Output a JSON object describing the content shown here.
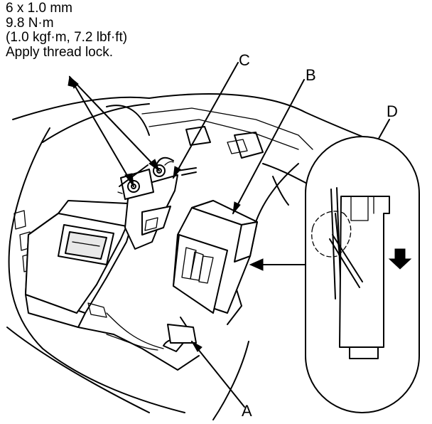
{
  "spec": {
    "line1": "6 x 1.0 mm",
    "line2": "9.8 N·m",
    "line3": "(1.0 kgf·m, 7.2 lbf·ft)",
    "line4": "Apply thread lock."
  },
  "callouts": {
    "a": "A",
    "b": "B",
    "c": "C",
    "d": "D"
  }
}
